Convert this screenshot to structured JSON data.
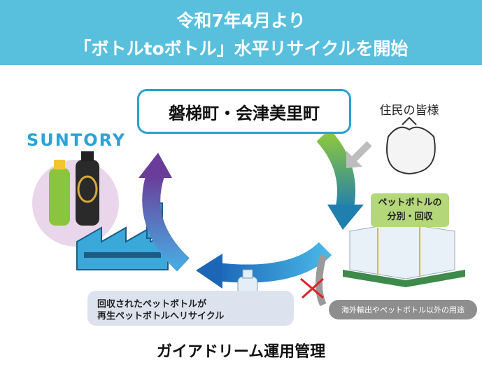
{
  "header": {
    "line1": "令和7年4月より",
    "line2": "「ボトルtoボトル」水平リサイクルを開始"
  },
  "town_box": "磐梯町・会津美里町",
  "residents": "住民の皆様",
  "brand": "SUNTORY",
  "sorting_label": {
    "line1": "ペットボトルの",
    "line2": "分別・回収"
  },
  "excluded_use": "海外輸出やペットボトル以外の用途",
  "recycle_box": {
    "line1": "回収されたペットボトルが",
    "line2": "再生ペットボトルへリサイクル"
  },
  "footer": "ガイアドリーム運用管理",
  "colors": {
    "header": "#58c0dd",
    "box_border": "#2a9fd6",
    "label_green": "#b4d77a",
    "cross": "#e0202a"
  }
}
